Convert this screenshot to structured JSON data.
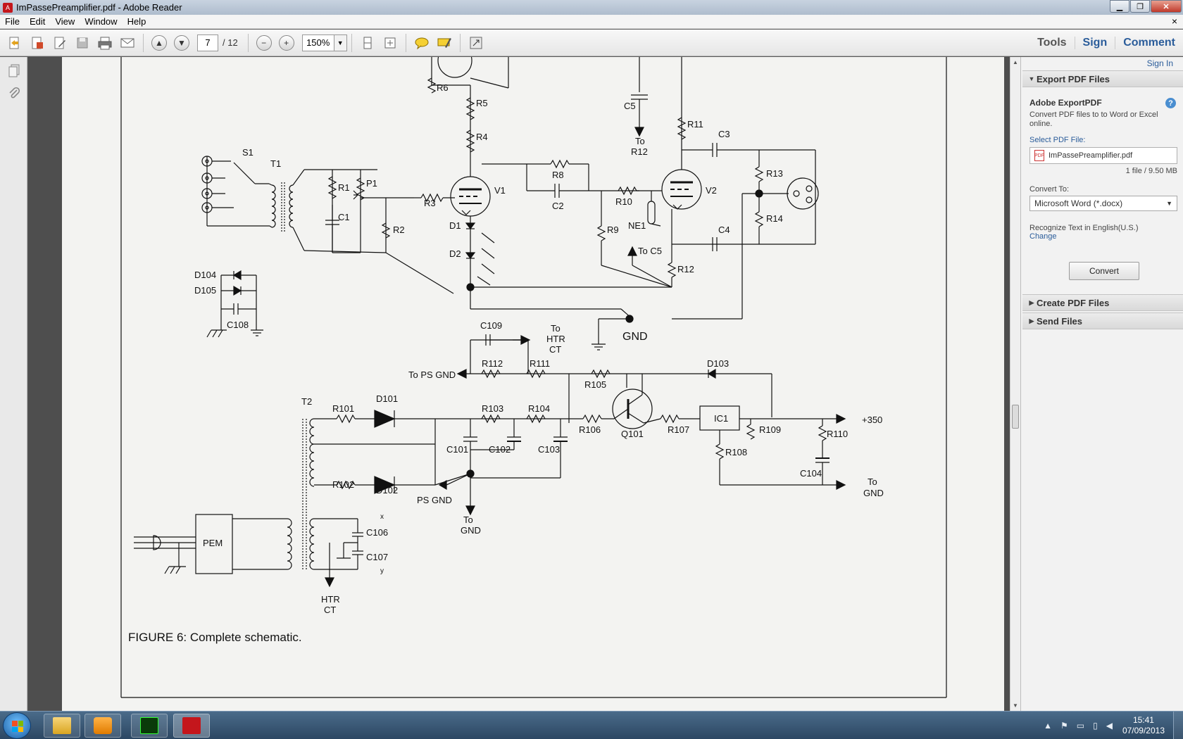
{
  "window": {
    "title": "ImPassePreamplifier.pdf - Adobe Reader",
    "controls": {
      "minimize": "▁",
      "maximize": "❐",
      "close": "✕"
    }
  },
  "menu": [
    "File",
    "Edit",
    "View",
    "Window",
    "Help"
  ],
  "menu_close": "×",
  "toolbar": {
    "page_current": "7",
    "page_total": "/ 12",
    "zoom": "150%",
    "right": {
      "tools": "Tools",
      "sign": "Sign",
      "comment": "Comment"
    }
  },
  "document": {
    "caption": "FIGURE 6: Complete schematic.",
    "labels": {
      "s1": "S1",
      "t1": "T1",
      "r1": "R1",
      "p1": "P1",
      "c1": "C1",
      "r2": "R2",
      "r3": "R3",
      "r4": "R4",
      "r5": "R5",
      "r6": "R6",
      "v1": "V1",
      "d1": "D1",
      "d2": "D2",
      "r8": "R8",
      "c2": "C2",
      "r9": "R9",
      "r10": "R10",
      "ne1": "NE1",
      "v2": "V2",
      "c5": "C5",
      "to": "To",
      "r12a": "R12",
      "r11": "R11",
      "c3": "C3",
      "r13": "R13",
      "r14": "R14",
      "c4": "C4",
      "toc5": "To C5",
      "r12": "R12",
      "gnd": "GND",
      "d104": "D104",
      "d105": "D105",
      "c108": "C108",
      "c109": "C109",
      "htr": "HTR",
      "ct": "CT",
      "r112": "R112",
      "r111": "R111",
      "tops": "To PS GND",
      "d103": "D103",
      "r105": "R105",
      "t2": "T2",
      "r101": "R101",
      "d101": "D101",
      "r103": "R103",
      "r104": "R104",
      "r106": "R106",
      "q101": "Q101",
      "r107": "R107",
      "ic1": "IC1",
      "r109": "R109",
      "plus350": "+350",
      "r110": "R110",
      "c101": "C101",
      "c102": "C102",
      "c103": "C103",
      "r102": "R102",
      "d102": "D102",
      "r108": "R108",
      "c104": "C104",
      "psgnd": "PS GND",
      "gnd2": "GND",
      "pem": "PEM",
      "c106": "C106",
      "c107": "C107",
      "x": "x",
      "y": "y"
    }
  },
  "panel": {
    "sign_in": "Sign In",
    "export_header": "Export PDF Files",
    "product": "Adobe ExportPDF",
    "help": "?",
    "description": "Convert PDF files to to Word or Excel online.",
    "select_label": "Select PDF File:",
    "file_name": "ImPassePreamplifier.pdf",
    "file_info": "1 file / 9.50 MB",
    "convert_to_label": "Convert To:",
    "convert_to_value": "Microsoft Word (*.docx)",
    "recognize": "Recognize Text in English(U.S.)",
    "change": "Change",
    "convert_button": "Convert",
    "create_header": "Create PDF Files",
    "send_header": "Send Files"
  },
  "taskbar": {
    "time": "15:41",
    "date": "07/09/2013"
  }
}
